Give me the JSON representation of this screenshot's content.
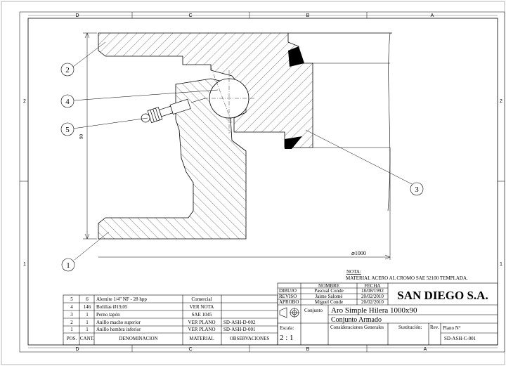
{
  "zones": {
    "top": [
      "D",
      "C",
      "B",
      "A"
    ],
    "bottom": [
      "D",
      "C",
      "B",
      "A"
    ],
    "left": [
      "2",
      "1"
    ],
    "right": [
      "2",
      "1"
    ]
  },
  "balloons": [
    "1",
    "2",
    "3",
    "4",
    "5"
  ],
  "dimensions": {
    "height": "90",
    "diameter": "⌀1000"
  },
  "note": {
    "title": "NOTA:",
    "text": "MATERIAL ACERO AL CROMO SAE 52100 TEMPLADA."
  },
  "revisions": {
    "headers": [
      "NOMBRE",
      "FECHA"
    ],
    "rows": [
      {
        "role": "DIBUJO",
        "name": "Pascual Conde",
        "date": "18/08/1992"
      },
      {
        "role": "REVISO",
        "name": "Jaime Salomé",
        "date": "20/02/2010"
      },
      {
        "role": "APROBO",
        "name": "Miguel Conde",
        "date": "20/02/2010"
      }
    ]
  },
  "company": "SAN DIEGO S.A.",
  "conjunto": {
    "label": "Conjunto",
    "title": "Aro Simple Hilera 1000x90",
    "subtitle": "Conjunto Armado"
  },
  "scale": {
    "label": "Escala:",
    "value": "2 : 1"
  },
  "footer": {
    "considerations": "Consideraciones Generales",
    "substitution": "Sustitución:",
    "rev": "Rev.",
    "plano_label": "Plano N°",
    "plano_number": "SD-ASH-C-001"
  },
  "parts_list": {
    "headers": [
      "POS.",
      "CANT.",
      "DENOMINACION",
      "MATERIAL",
      "OBSERVACIONES"
    ],
    "rows": [
      {
        "pos": "5",
        "cant": "6",
        "name": "Alemite 1/4\" NF - 28 hpp",
        "material": "Comercial",
        "obs": ""
      },
      {
        "pos": "4",
        "cant": "146",
        "name": "Bolillas Ø19,05",
        "material": "VER NOTA",
        "obs": ""
      },
      {
        "pos": "3",
        "cant": "1",
        "name": "Perno tapón",
        "material": "SAE 1045",
        "obs": ""
      },
      {
        "pos": "2",
        "cant": "1",
        "name": "Anillo macho superior",
        "material": "VER PLANO",
        "obs": "SD-ASH-D-002"
      },
      {
        "pos": "1",
        "cant": "1",
        "name": "Anillo hembra inferior",
        "material": "VER PLANO",
        "obs": "SD-ASH-D-001"
      }
    ]
  }
}
